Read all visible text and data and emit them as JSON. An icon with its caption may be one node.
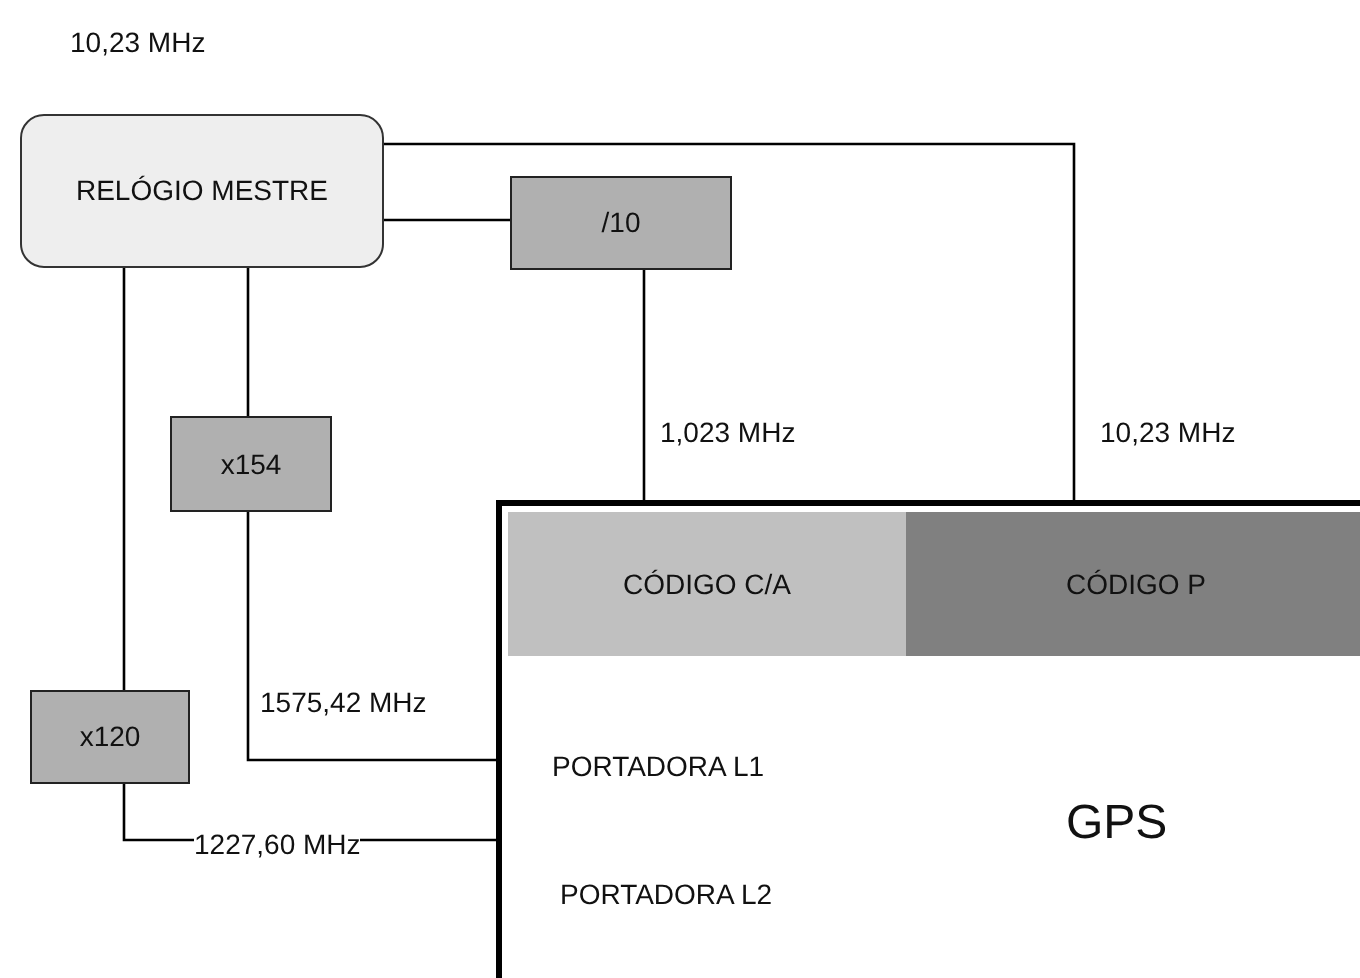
{
  "diagram": {
    "nodes": [
      {
        "text": [
          "RELÓGIO MESTRE"
        ],
        "beside": [
          "10,23 MHz"
        ]
      },
      {
        "text": [
          "/10"
        ]
      },
      {
        "text": [
          "x154"
        ]
      },
      {
        "text": [
          "x120"
        ]
      },
      {
        "text": [
          "GPS"
        ]
      },
      {
        "text": [
          "CÓDIGO C/A"
        ],
        "in": 4
      },
      {
        "text": [
          "CÓDIGO P"
        ],
        "in": 4
      },
      {
        "text": [
          "PORTADORA L1"
        ],
        "in": 4
      },
      {
        "text": [
          "PORTADORA L2"
        ],
        "in": 4
      }
    ],
    "edges": [
      {
        "from": 0,
        "to": 1,
        "arrow": "none"
      },
      {
        "from": 0,
        "to": 6,
        "arrow": "none",
        "label": "10,23 MHz"
      },
      {
        "from": 1,
        "to": 5,
        "arrow": "none",
        "label": "1,023 MHz"
      },
      {
        "from": 0,
        "to": 2,
        "arrow": "none"
      },
      {
        "from": 2,
        "to": 7,
        "arrow": "none",
        "label": "1575,42 MHz"
      },
      {
        "from": 0,
        "to": 3,
        "arrow": "none"
      },
      {
        "from": 3,
        "to": 8,
        "arrow": "none",
        "label": "1227,60 MHz"
      }
    ]
  }
}
